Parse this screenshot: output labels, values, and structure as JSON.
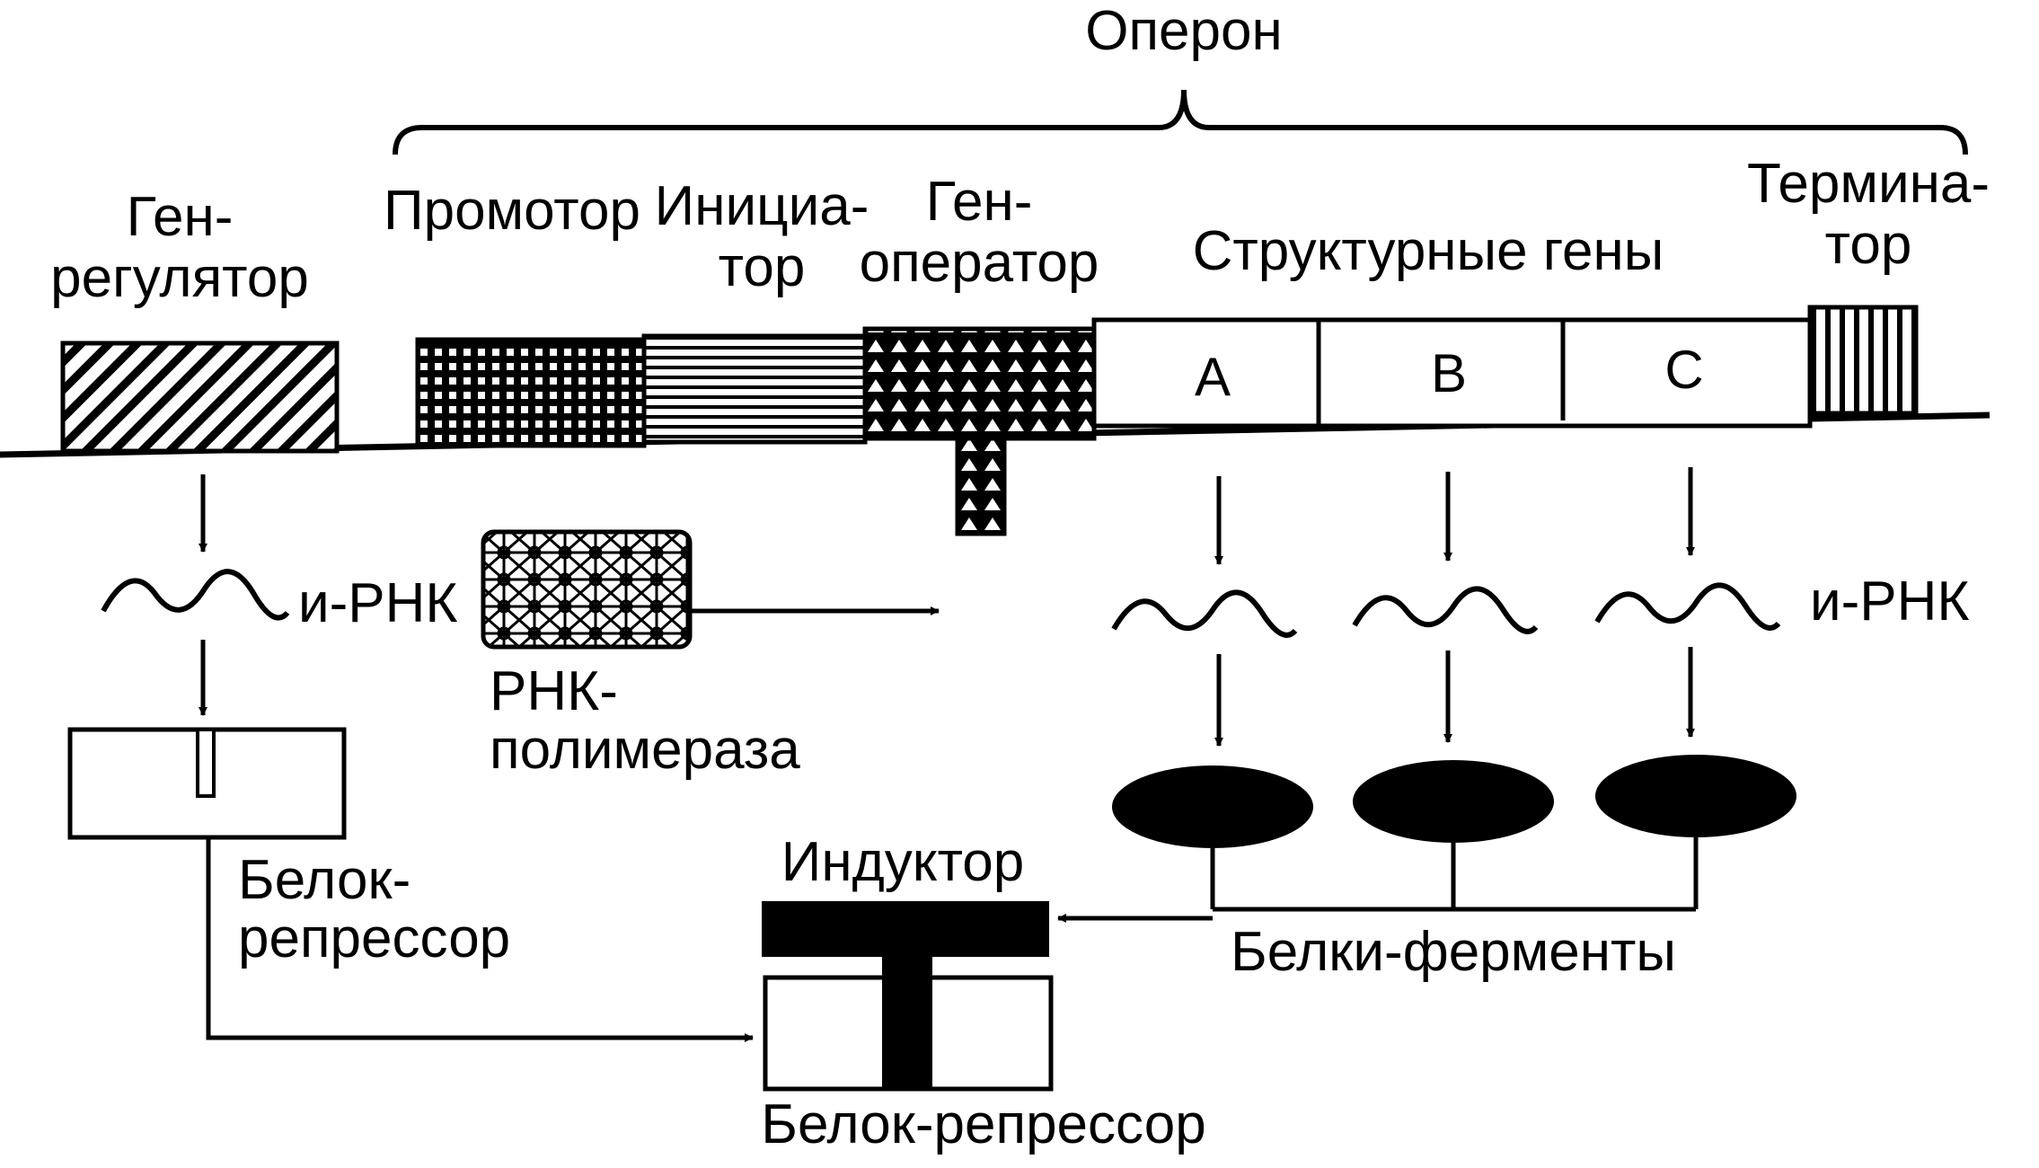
{
  "operon": "Оперон",
  "regions": {
    "regulator": [
      "Ген-",
      "регулятор"
    ],
    "promoter": "Промотор",
    "initiator": [
      "Инициа-",
      "тор"
    ],
    "operator": [
      "Ген-",
      "оператор"
    ],
    "structural": "Структурные гены",
    "terminator": [
      "Термина-",
      "тор"
    ]
  },
  "genes": [
    "А",
    "В",
    "С"
  ],
  "mrna_left": "и-РНК",
  "mrna_right": "и-РНК",
  "rna_polymerase": [
    "РНК-",
    "полимераза"
  ],
  "repressor_left": [
    "Белок-",
    "репрессор"
  ],
  "inducer": "Индуктор",
  "enzymes": "Белки-ферменты",
  "repressor_bottom": "Белок-репрессор",
  "colors": {
    "ink": "#000000",
    "paper": "#ffffff"
  }
}
